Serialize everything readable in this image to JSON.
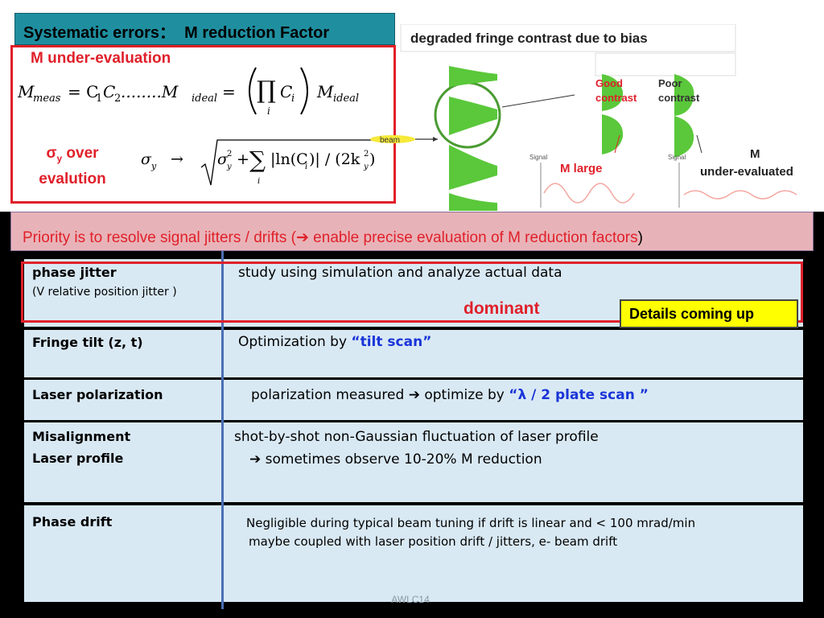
{
  "title": {
    "part1": "Systematic errors：",
    "part2": "M reduction Factor"
  },
  "m_under_label": "M under-evaluation",
  "equation1": {
    "lhs": "M",
    "lhs_sub": "meas",
    "eq": "= C",
    "c1_sub": "1",
    "c2": "C",
    "c2_sub": "2",
    "dots": "........M",
    "ideal_sub": "ideal",
    "eq2": "=",
    "prod_symbol": "∏",
    "prod_index": "i",
    "ci": "C",
    "ci_sub": "i",
    "mideal": "M",
    "mideal_sub": "ideal"
  },
  "sigma_label": {
    "line1_sym": "σ",
    "line1_sub": "y",
    "line1_rest": " over",
    "line2": "evalution"
  },
  "equation2": {
    "sigma": "σ",
    "sub_y": "y",
    "arrow": "→",
    "sigma2": "σ",
    "sq": "2",
    "plus": "+",
    "sum": "∑",
    "idx": "i",
    "ln": "|ln(C",
    "ci_sub": "i",
    "close": ")| / (2k",
    "k_sup": "2",
    "k_sub": "y",
    "end": ")"
  },
  "figure": {
    "title": "degraded fringe contrast due to bias",
    "good": "Good",
    "contrast1": "contrast",
    "poor": "Poor",
    "contrast2": "contrast",
    "beam": "beam",
    "signal1": "Signal",
    "signal2": "Signal",
    "m_large": "M large",
    "m": "M",
    "under_evaluated": "under-evaluated"
  },
  "priority": {
    "text1": "Priority is to resolve signal jitters / drifts   (",
    "arrow": "➔",
    "text2": "  enable precise evaluation of  M reduction factors",
    "close": ")"
  },
  "table": {
    "rows": [
      {
        "label": "phase jitter",
        "sublabel": "(V relative position jitter )",
        "desc1": "study using simulation and analyze actual data"
      },
      {
        "label": "Fringe tilt (z, t)",
        "desc_pre": "Optimization by ",
        "desc_hl": "“tilt scan”"
      },
      {
        "label": "Laser polarization",
        "desc_pre": "polarization measured ",
        "arrow": "➔",
        "desc_mid": " optimize by    ",
        "desc_hl": "“λ / 2 plate scan ”"
      },
      {
        "label": "Misalignment",
        "label2": "Laser profile",
        "desc1": "shot-by-shot non-Gaussian  fluctuation of laser profile",
        "arrow": "➔",
        "desc2": " sometimes observe 10-20% M reduction"
      },
      {
        "label": "Phase drift",
        "desc1": "Negligible during typical beam tuning if drift is linear and  < 100 mrad/min",
        "desc2": "maybe coupled with laser position drift / jitters, e- beam drift"
      }
    ]
  },
  "dominant": "dominant",
  "details": "Details coming up",
  "footer": "AWLC14",
  "colors": {
    "title_bg": "#1f8fa0",
    "red": "#e0202a",
    "priority_bg": "#e8b3b8",
    "table_bg": "#d9e9f4",
    "blue": "#1a35d8",
    "green": "#5ac83a",
    "yellow": "#ffff00"
  }
}
